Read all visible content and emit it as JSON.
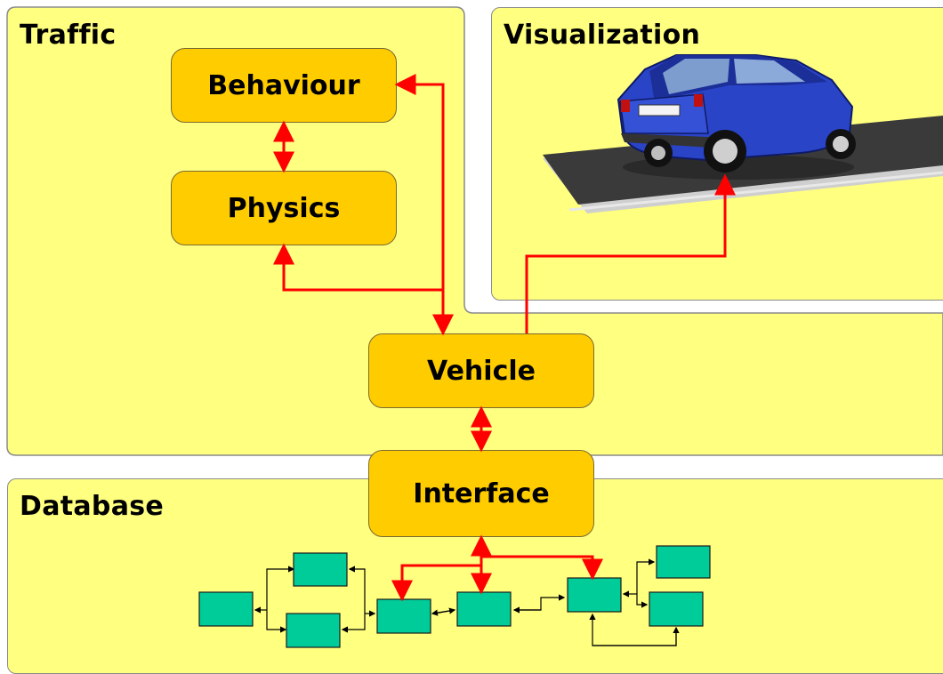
{
  "panels": {
    "traffic": {
      "title": "Traffic"
    },
    "visualization": {
      "title": "Visualization"
    },
    "database": {
      "title": "Database"
    }
  },
  "nodes": {
    "behaviour": "Behaviour",
    "physics": "Physics",
    "vehicle": "Vehicle",
    "interface": "Interface"
  },
  "colors": {
    "panel": "#ffff80",
    "node": "#ffcc00",
    "db_block": "#00cc99",
    "arrow": "#ff0000",
    "car_body": "#2a44c8",
    "road": "#3a3a3a"
  },
  "images": {
    "car": "blue-hatchback-car",
    "road": "road-strip"
  }
}
